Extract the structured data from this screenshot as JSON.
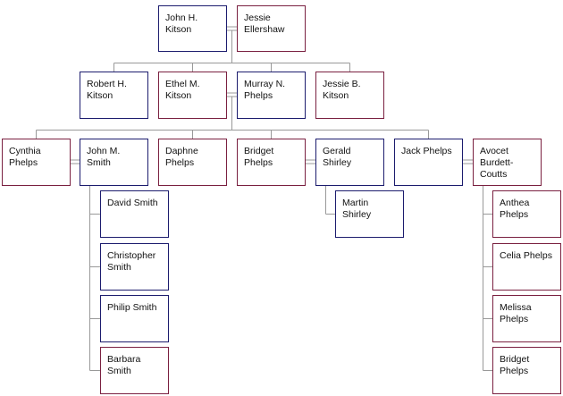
{
  "colors": {
    "male_border": "#1c1c6e",
    "female_border": "#7a2040",
    "connector": "#999999"
  },
  "people": {
    "john_h_kitson": {
      "name": "John H. Kitson",
      "sex": "male"
    },
    "jessie_ellershaw": {
      "name": "Jessie Ellershaw",
      "sex": "female"
    },
    "robert_h_kitson": {
      "name": "Robert H. Kitson",
      "sex": "male"
    },
    "ethel_m_kitson": {
      "name": "Ethel M. Kitson",
      "sex": "female"
    },
    "murray_n_phelps": {
      "name": "Murray N. Phelps",
      "sex": "male"
    },
    "jessie_b_kitson": {
      "name": "Jessie B. Kitson",
      "sex": "female"
    },
    "cynthia_phelps": {
      "name": "Cynthia Phelps",
      "sex": "female"
    },
    "john_m_smith": {
      "name": "John M. Smith",
      "sex": "male"
    },
    "daphne_phelps": {
      "name": "Daphne Phelps",
      "sex": "female"
    },
    "bridget_phelps": {
      "name": "Bridget Phelps",
      "sex": "female"
    },
    "gerald_shirley": {
      "name": "Gerald Shirley",
      "sex": "male"
    },
    "jack_phelps": {
      "name": "Jack Phelps",
      "sex": "male"
    },
    "avocet_burdett_coutts": {
      "name": "Avocet Burdett-Coutts",
      "sex": "female"
    },
    "david_smith": {
      "name": "David Smith",
      "sex": "male"
    },
    "christopher_smith": {
      "name": "Christopher Smith",
      "sex": "male"
    },
    "philip_smith": {
      "name": "Philip Smith",
      "sex": "male"
    },
    "barbara_smith": {
      "name": "Barbara Smith",
      "sex": "female"
    },
    "martin_shirley": {
      "name": "Martin Shirley",
      "sex": "male"
    },
    "anthea_phelps": {
      "name": "Anthea Phelps",
      "sex": "female"
    },
    "celia_phelps": {
      "name": "Celia Phelps",
      "sex": "female"
    },
    "melissa_phelps": {
      "name": "Melissa Phelps",
      "sex": "female"
    },
    "bridget_phelps_2": {
      "name": "Bridget Phelps",
      "sex": "female"
    }
  },
  "marriages": [
    [
      "john_h_kitson",
      "jessie_ellershaw"
    ],
    [
      "ethel_m_kitson",
      "murray_n_phelps"
    ],
    [
      "cynthia_phelps",
      "john_m_smith"
    ],
    [
      "bridget_phelps",
      "gerald_shirley"
    ],
    [
      "jack_phelps",
      "avocet_burdett_coutts"
    ]
  ],
  "families": [
    {
      "parents": [
        "john_h_kitson",
        "jessie_ellershaw"
      ],
      "children": [
        "robert_h_kitson",
        "ethel_m_kitson",
        "jessie_b_kitson"
      ]
    },
    {
      "parents": [
        "ethel_m_kitson",
        "murray_n_phelps"
      ],
      "children": [
        "cynthia_phelps",
        "daphne_phelps",
        "bridget_phelps",
        "jack_phelps"
      ]
    },
    {
      "parents": [
        "cynthia_phelps",
        "john_m_smith"
      ],
      "children": [
        "david_smith",
        "christopher_smith",
        "philip_smith",
        "barbara_smith"
      ]
    },
    {
      "parents": [
        "bridget_phelps",
        "gerald_shirley"
      ],
      "children": [
        "martin_shirley"
      ]
    },
    {
      "parents": [
        "jack_phelps",
        "avocet_burdett_coutts"
      ],
      "children": [
        "anthea_phelps",
        "celia_phelps",
        "melissa_phelps",
        "bridget_phelps_2"
      ]
    }
  ]
}
